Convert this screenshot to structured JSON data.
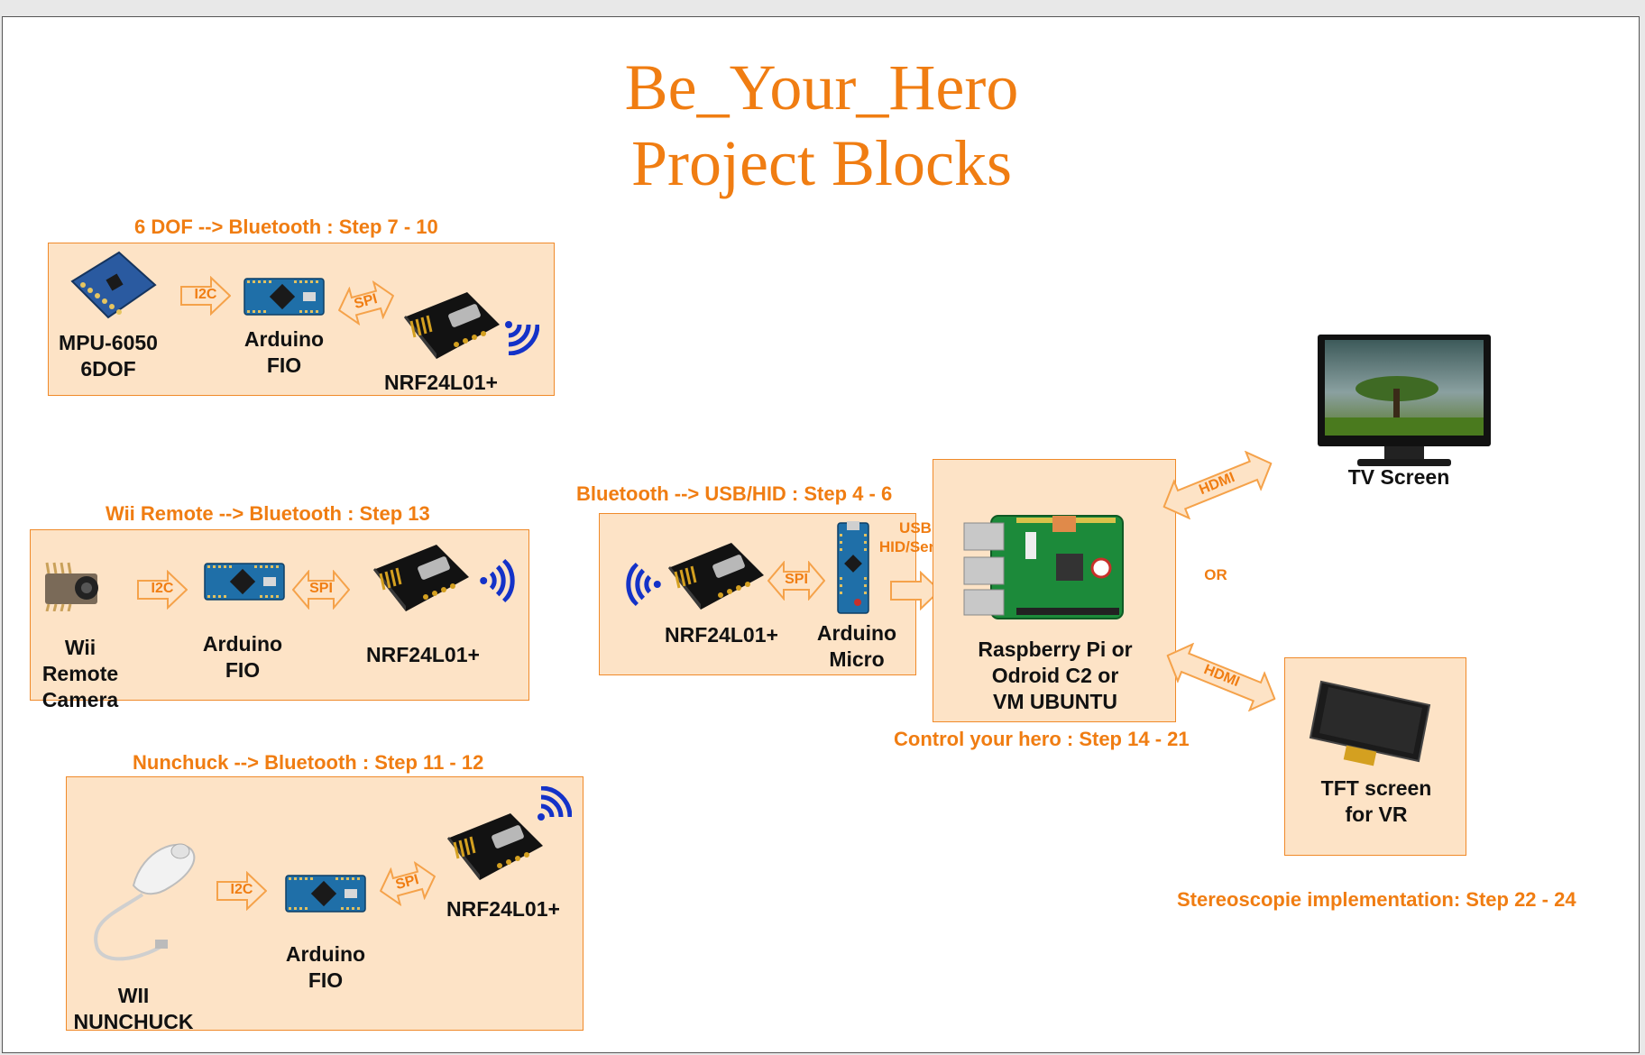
{
  "header": {
    "title_line1": "Be_Your_Hero",
    "title_line2": "Project Blocks"
  },
  "colors": {
    "accent": "#f07d12",
    "block_fill": "#fde3c6",
    "wifi": "#1432c8",
    "pcb_green": "#1c8a3a",
    "arduino_blue": "#1f6fa8"
  },
  "blocks": {
    "dof": {
      "title": "6 DOF --> Bluetooth : Step 7 - 10",
      "sensor": [
        "MPU-6050",
        "6DOF"
      ],
      "board": [
        "Arduino",
        "FIO"
      ],
      "radio": "NRF24L01+",
      "link1": "I2C",
      "link2": "SPI"
    },
    "wii": {
      "title": "Wii Remote --> Bluetooth : Step 13",
      "sensor": [
        "Wii",
        "Remote",
        "Camera"
      ],
      "board": [
        "Arduino",
        "FIO"
      ],
      "radio": "NRF24L01+",
      "link1": "I2C",
      "link2": "SPI"
    },
    "nunchuck": {
      "title": "Nunchuck --> Bluetooth : Step 11 - 12",
      "sensor": [
        "WII",
        "NUNCHUCK"
      ],
      "board": [
        "Arduino",
        "FIO"
      ],
      "radio": "NRF24L01+",
      "link1": "I2C",
      "link2": "SPI"
    },
    "usb": {
      "title": "Bluetooth --> USB/HID : Step 4 - 6",
      "radio": "NRF24L01+",
      "board": [
        "Arduino",
        "Micro"
      ],
      "link": "SPI",
      "usb_label": [
        "USB",
        "HID/Serial"
      ]
    },
    "control": {
      "title": "Control your hero : Step 14 - 21",
      "device": [
        "Raspberry Pi or",
        "Odroid C2 or",
        "VM UBUNTU"
      ]
    }
  },
  "outputs": {
    "tv": "TV Screen",
    "tft": [
      "TFT screen",
      "for VR"
    ],
    "or": "OR",
    "hdmi_top": "HDMI",
    "hdmi_bottom": "HDMI",
    "stereo": "Stereoscopie implementation: Step 22 - 24"
  },
  "icons": [
    "mpu-6050-board-icon",
    "arduino-fio-icon",
    "nrf24l01-module-icon",
    "wifi-signal-icon",
    "wii-camera-icon",
    "wii-nunchuck-icon",
    "arduino-micro-icon",
    "raspberry-pi-icon",
    "tv-screen-icon",
    "tft-display-icon"
  ]
}
